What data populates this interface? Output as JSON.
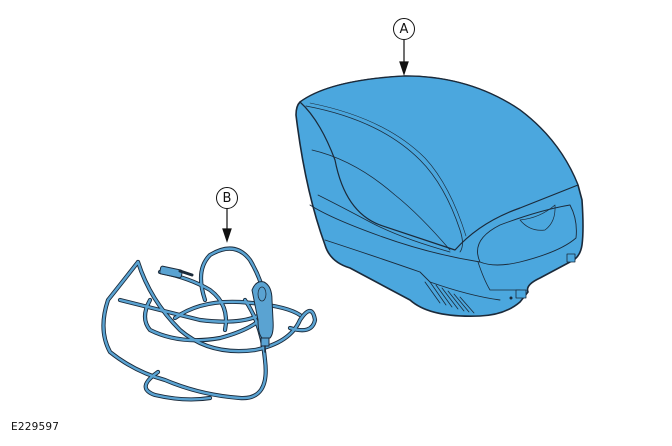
{
  "figure": {
    "id": "E229597",
    "callouts": [
      {
        "label": "A",
        "target": "portable-cooler"
      },
      {
        "label": "B",
        "target": "power-cable"
      }
    ]
  },
  "colors": {
    "cooler_fill": "#4ba7de",
    "cable_fill": "#5aa3d2",
    "outline": "#1b2a3a",
    "background": "#ffffff"
  }
}
